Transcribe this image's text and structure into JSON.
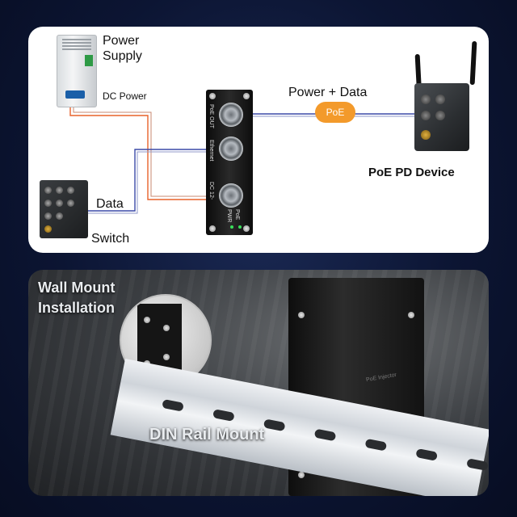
{
  "top_diagram": {
    "power_supply_label": "Power\nSupply",
    "dc_power_label": "DC Power",
    "power_data_label": "Power + Data",
    "poe_badge": "PoE",
    "pd_device_label": "PoE PD Device",
    "data_label": "Data",
    "switch_label": "Switch",
    "injector_ports": [
      "PoE OUT",
      "Ethernet",
      "DC 12-"
    ],
    "injector_leds": [
      "PoE",
      "PWR"
    ]
  },
  "bottom_photo": {
    "wall_mount_label": "Wall Mount\nInstallation",
    "din_rail_label": "DIN Rail Mount",
    "enclosure_marking": "PoE Injector"
  },
  "colors": {
    "background": "#0c1533",
    "poe_badge": "#f39a2b",
    "data_line": "#3b4aa8",
    "power_line": "#e8622a"
  }
}
